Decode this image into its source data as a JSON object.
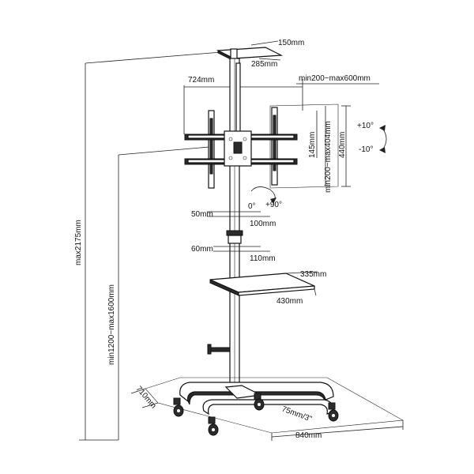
{
  "labels": {
    "top_plate_width": "150mm",
    "top_plate_depth": "285mm",
    "bracket_width": "724mm",
    "vesa_horizontal": "min200~max600mm",
    "vesa_vertical": "min200~max404mm",
    "bracket_inner_height": "145mm",
    "bracket_height": "440mm",
    "tilt_up": "+10°",
    "tilt_down": "-10°",
    "rotate_min": "0°",
    "rotate_max": "+90°",
    "clamp_upper_a": "50mm",
    "clamp_upper_b": "100mm",
    "clamp_lower_a": "60mm",
    "clamp_lower_b": "110mm",
    "shelf_depth": "335mm",
    "shelf_width": "430mm",
    "max_height": "max2175mm",
    "height_range": "min1200~max1600mm",
    "base_depth": "710mm",
    "caster_spec": "75mm/3\"",
    "base_width": "840mm"
  }
}
